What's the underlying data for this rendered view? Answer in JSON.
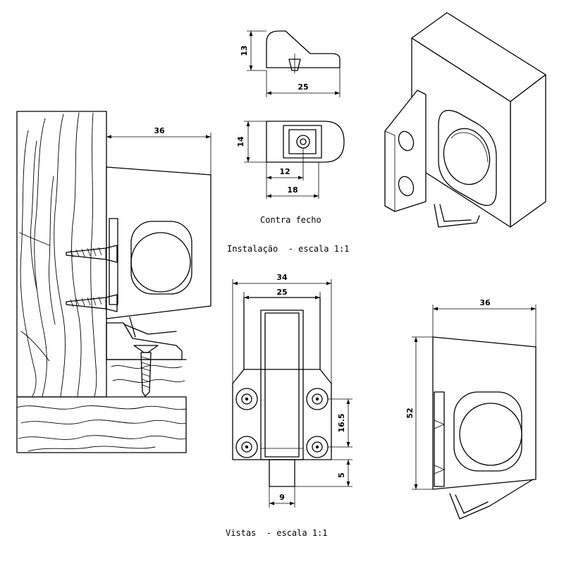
{
  "captions": {
    "contra_fecho": "Contra fecho",
    "instalacao": "Instalação  - escala 1:1",
    "vistas": "Vistas  - escala 1:1"
  },
  "dimensions": {
    "install_width": "36",
    "strike_height": "13",
    "strike_length": "25",
    "strike_width": "14",
    "strike_hole_offset": "12",
    "strike_depth": "18",
    "front_outer_width": "34",
    "front_inner_width": "25",
    "front_hole_spacing": "16.5",
    "front_bolt_offset": "5",
    "front_bolt_width": "9",
    "side_width": "36",
    "side_height": "52"
  }
}
